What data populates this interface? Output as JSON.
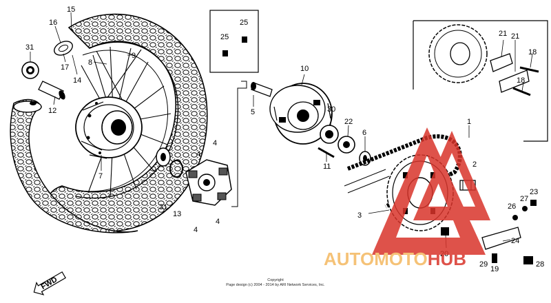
{
  "watermark": {
    "text_part1": "AUTOMOTO",
    "text_part2": "HUB",
    "color_orange": "#f4b860",
    "color_red": "#d9342b"
  },
  "copyright": {
    "line1": "Copyright",
    "line2": "Page design (c) 2004 - 2014 by ARI Network Services, Inc."
  },
  "fwd_label": "FWD",
  "parts": [
    {
      "id": "lbl-15",
      "text": "15"
    },
    {
      "id": "lbl-16",
      "text": "16"
    },
    {
      "id": "lbl-31a",
      "text": "31"
    },
    {
      "id": "lbl-17",
      "text": "17"
    },
    {
      "id": "lbl-14",
      "text": "14"
    },
    {
      "id": "lbl-8",
      "text": "8"
    },
    {
      "id": "lbl-9",
      "text": "9"
    },
    {
      "id": "lbl-12",
      "text": "12"
    },
    {
      "id": "lbl-7",
      "text": "7"
    },
    {
      "id": "lbl-25a",
      "text": "25"
    },
    {
      "id": "lbl-25b",
      "text": "25"
    },
    {
      "id": "lbl-10",
      "text": "10"
    },
    {
      "id": "lbl-5",
      "text": "5"
    },
    {
      "id": "lbl-30",
      "text": "30"
    },
    {
      "id": "lbl-22",
      "text": "22"
    },
    {
      "id": "lbl-6",
      "text": "6"
    },
    {
      "id": "lbl-11",
      "text": "11"
    },
    {
      "id": "lbl-4a",
      "text": "4"
    },
    {
      "id": "lbl-4b",
      "text": "4"
    },
    {
      "id": "lbl-4c",
      "text": "4"
    },
    {
      "id": "lbl-4d",
      "text": "4"
    },
    {
      "id": "lbl-31b",
      "text": "31"
    },
    {
      "id": "lbl-13",
      "text": "13"
    },
    {
      "id": "lbl-1",
      "text": "1"
    },
    {
      "id": "lbl-2",
      "text": "2"
    },
    {
      "id": "lbl-3",
      "text": "3"
    },
    {
      "id": "lbl-21a",
      "text": "21"
    },
    {
      "id": "lbl-21b",
      "text": "21"
    },
    {
      "id": "lbl-18a",
      "text": "18"
    },
    {
      "id": "lbl-18b",
      "text": "18"
    },
    {
      "id": "lbl-23",
      "text": "23"
    },
    {
      "id": "lbl-26",
      "text": "26"
    },
    {
      "id": "lbl-27",
      "text": "27"
    },
    {
      "id": "lbl-24",
      "text": "24"
    },
    {
      "id": "lbl-20",
      "text": "20"
    },
    {
      "id": "lbl-29",
      "text": "29"
    },
    {
      "id": "lbl-19",
      "text": "19"
    },
    {
      "id": "lbl-28",
      "text": "28"
    }
  ]
}
